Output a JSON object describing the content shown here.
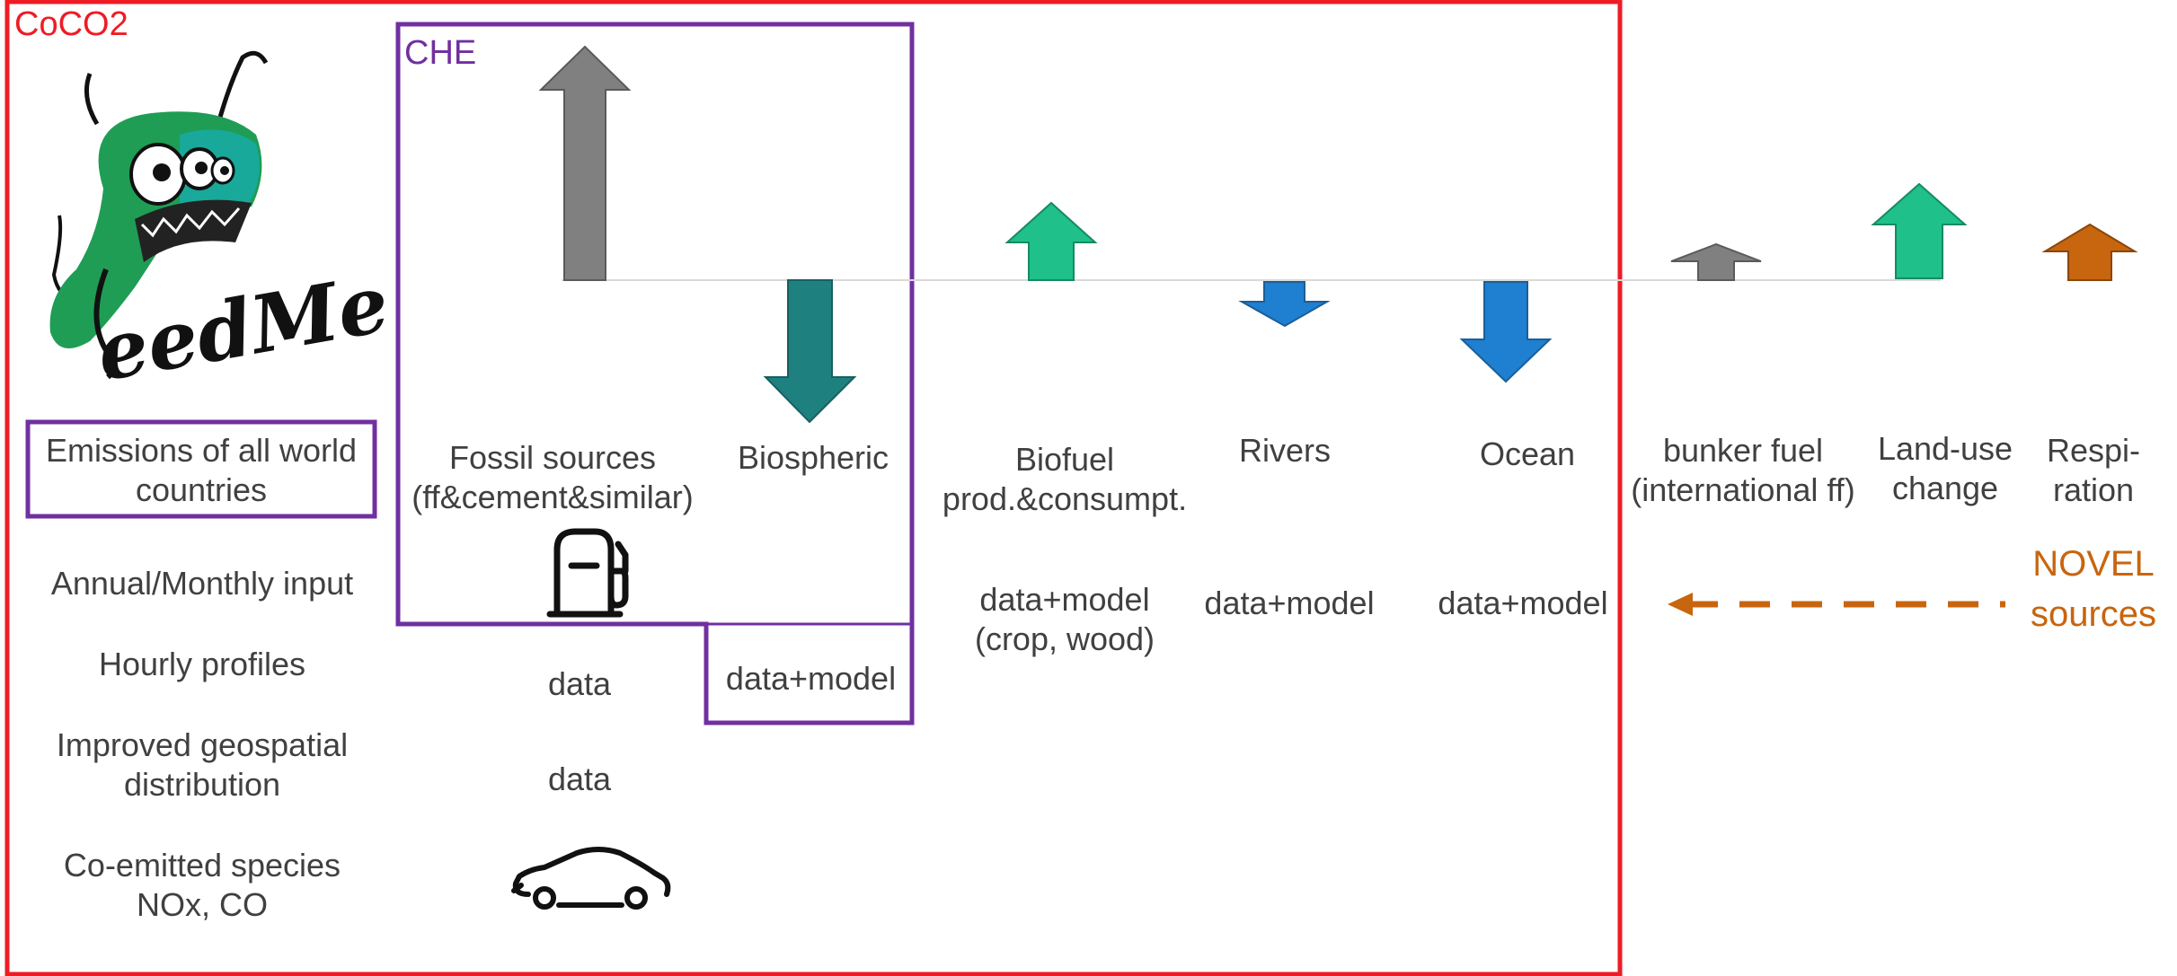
{
  "coco2_label": "CoCO2",
  "che_label": "CHE",
  "rows": {
    "emissions": "Emissions of all world\ncountries",
    "annual": "Annual/Monthly input",
    "hourly": "Hourly profiles",
    "geo": "Improved geospatial\ndistribution",
    "coemitted": "Co-emitted species\nNOx, CO"
  },
  "sources": {
    "fossil": {
      "name": "Fossil sources\n(ff&cement&similar)",
      "hourly": "data",
      "geo": "data"
    },
    "biospheric": {
      "name": "Biospheric",
      "hourly": "data+model"
    },
    "biofuel": {
      "name": "Biofuel\nprod.&consumpt.",
      "annual": "data+model\n(crop, wood)"
    },
    "rivers": {
      "name": "Rivers",
      "annual": "data+model"
    },
    "ocean": {
      "name": "Ocean",
      "annual": "data+model"
    },
    "bunker": {
      "name": "bunker fuel\n(international ff)"
    },
    "landuse": {
      "name": "Land-use\nchange"
    },
    "respiration": {
      "name": "Respi-\nration"
    }
  },
  "novel_label": "NOVEL\nsources",
  "colors": {
    "coco2_border": "#ee1c24",
    "che_border": "#7030a0",
    "gray_arrow": "#808080",
    "teal_arrow": "#1f8080",
    "green_arrow": "#1fc08a",
    "blue_arrow": "#1f7fd0",
    "orange_arrow": "#c8650f",
    "novel_text": "#c8650f"
  },
  "icons": [
    "feedme-monster-logo",
    "fuel-pump-icon",
    "car-icon"
  ]
}
